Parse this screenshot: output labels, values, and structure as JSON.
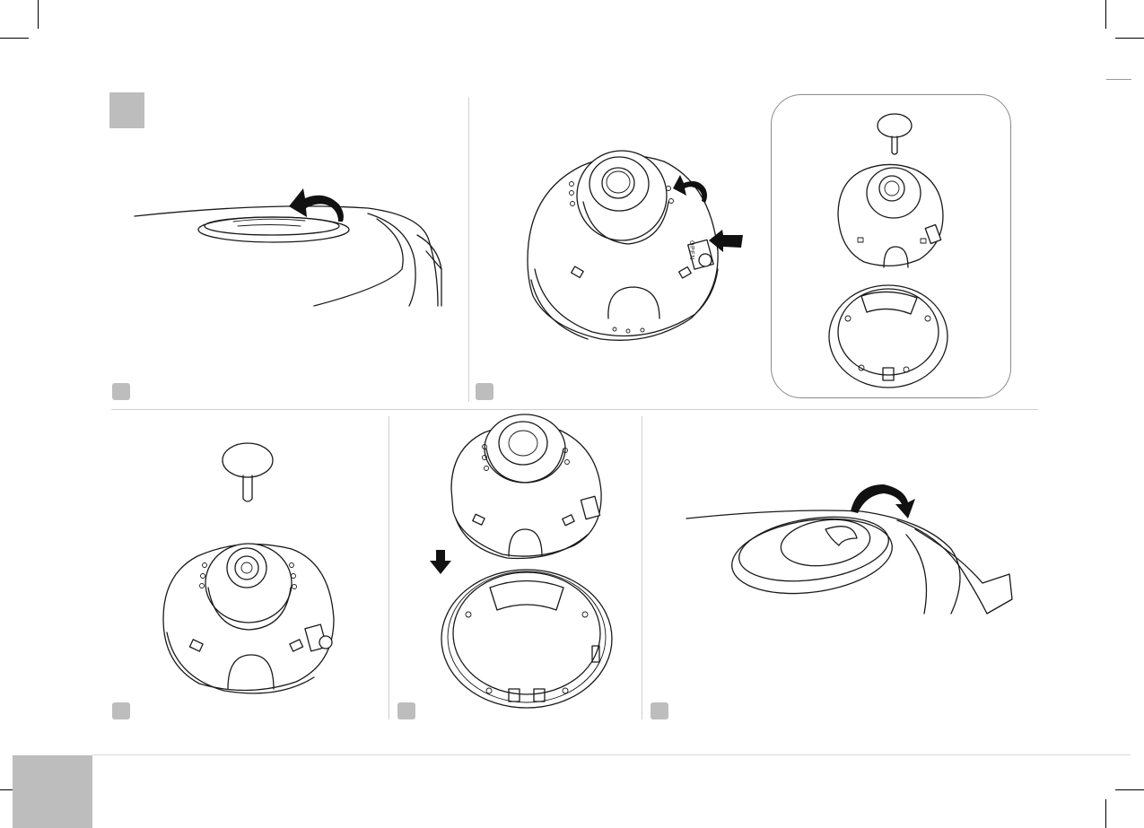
{
  "page": {
    "section_marker_color": "#bdbdbd",
    "footer_tab_color": "#bdbdbd",
    "divider_color": "#cfcfcf"
  },
  "labels": {
    "valve_open": "OPEN"
  },
  "icons": {
    "rotate_left": "curved-arrow-counterclockwise-icon",
    "rotate_right": "curved-arrow-clockwise-icon",
    "push": "push-arrow-icon",
    "down": "down-arrow-icon"
  },
  "steps": [
    {
      "id": "step-1",
      "description_icon": "lid-turn"
    },
    {
      "id": "step-2",
      "description_icon": "valve-release"
    },
    {
      "id": "step-3",
      "description_icon": "valve-parts"
    },
    {
      "id": "step-4",
      "description_icon": "valve-separate"
    },
    {
      "id": "step-5",
      "description_icon": "lid-replace"
    }
  ]
}
